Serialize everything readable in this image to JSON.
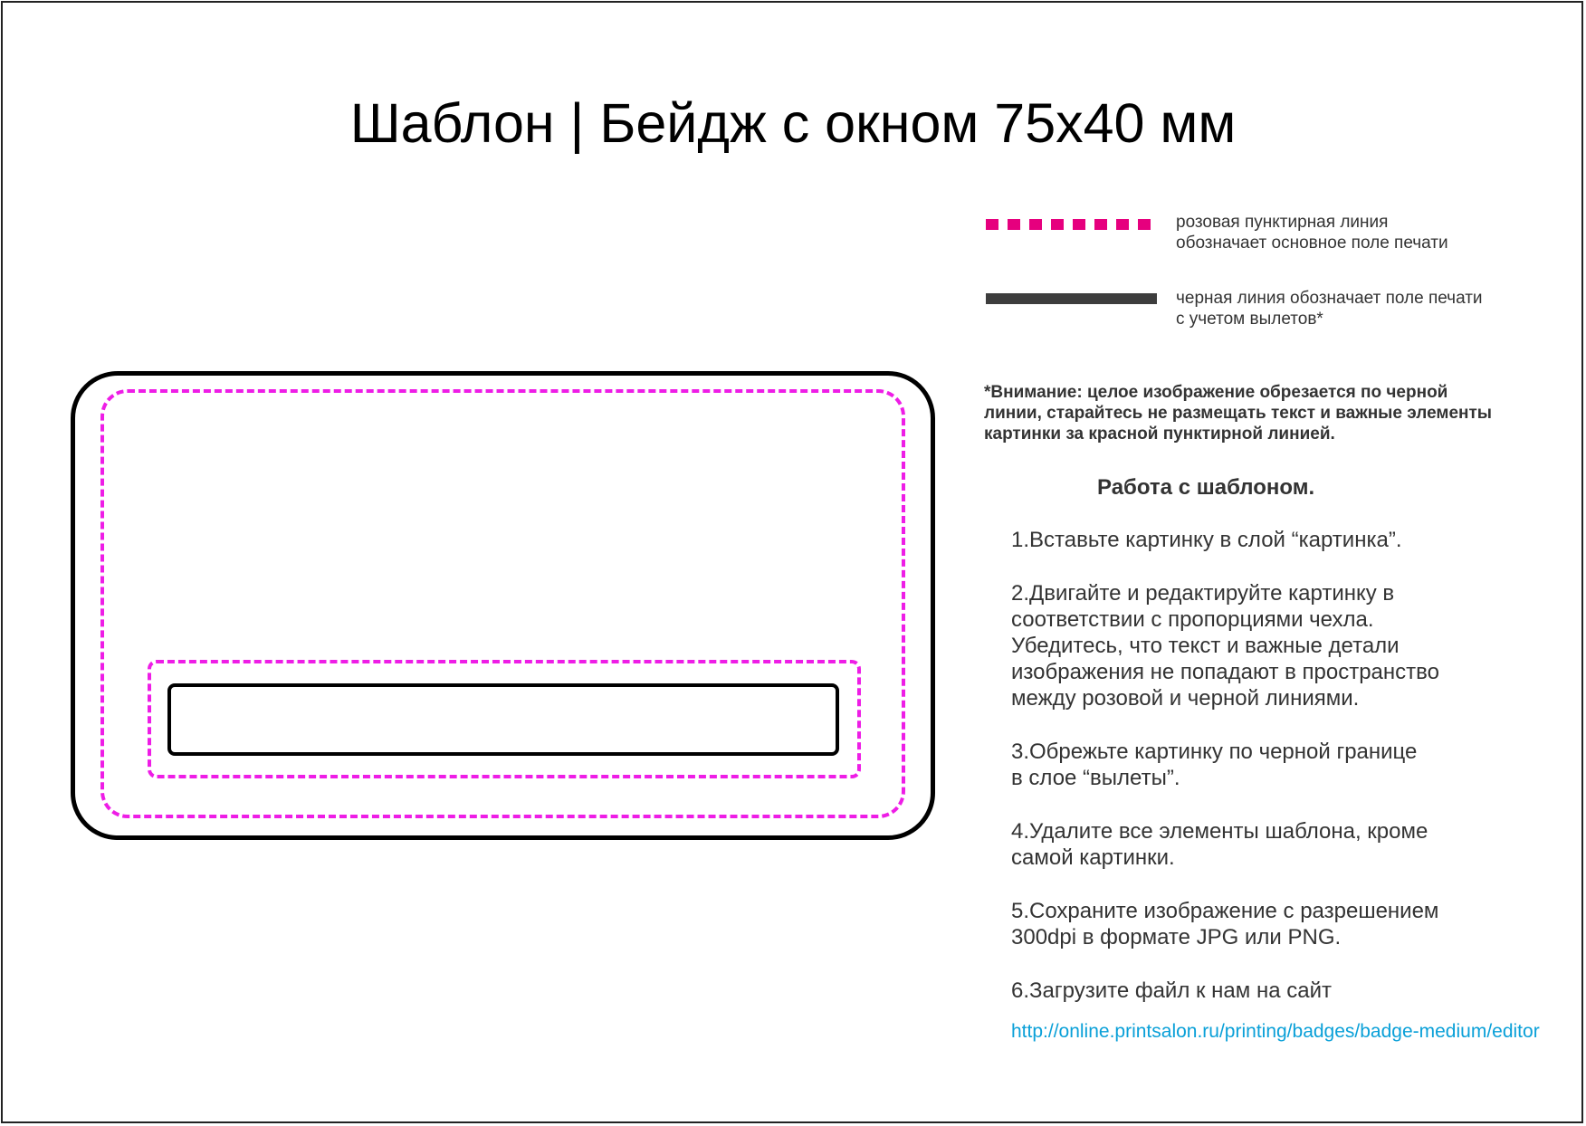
{
  "title": "Шаблон | Бейдж с окном 75х40 мм",
  "colors": {
    "pink_dash": "#e6007e",
    "magenta_dash": "#ee1de6",
    "black_line": "#3d3d3d",
    "link": "#0aa0d8"
  },
  "legend": {
    "pink": {
      "line1": "розовая пунктирная линия",
      "line2": "обозначает основное поле печати"
    },
    "black": {
      "line1": "черная линия обозначает поле печати",
      "line2": "с учетом вылетов*"
    }
  },
  "warning": {
    "line1": "*Внимание: целое изображение обрезается по черной",
    "line2": "линии, старайтесь не размещать текст и важные элементы",
    "line3": "картинки за красной пунктирной линией."
  },
  "instructions": {
    "title": "Работа с шаблоном.",
    "step1": [
      "1.Вставьте картинку в слой “картинка”."
    ],
    "step2": [
      "2.Двигайте и редактируйте картинку в",
      "соответствии с пропорциями чехла.",
      "Убедитесь, что текст и важные детали",
      "изображения не попадают в пространство",
      "между розовой и черной линиями."
    ],
    "step3": [
      "3.Обрежьте картинку по черной границе",
      "в слое “вылеты”."
    ],
    "step4": [
      "4.Удалите все элементы шаблона, кроме",
      "самой картинки."
    ],
    "step5": [
      "5.Сохраните изображение с разрешением",
      "300dpi в формате JPG или PNG."
    ],
    "step6": [
      "6.Загрузите файл к нам на сайт"
    ],
    "link": "http://online.printsalon.ru/printing/badges/badge-medium/editor"
  }
}
